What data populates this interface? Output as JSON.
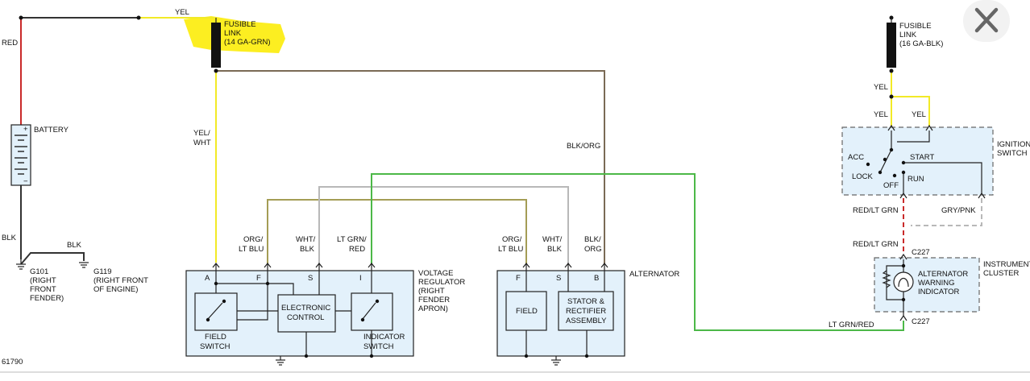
{
  "colors": {
    "yel": "#f2ea27",
    "red": "#c92a2a",
    "blk": "#333333",
    "brown": "#7a6a55",
    "green": "#4cb848",
    "olive": "#a49d55",
    "gray": "#b8b8b8",
    "highlight": "#fcee21",
    "box_fill": "#e3f1fb"
  },
  "wires": {
    "yel_top": "YEL",
    "red": "RED",
    "blk": "BLK",
    "blk2": "BLK",
    "yel_wht_1": "YEL/",
    "yel_wht_2": "WHT",
    "blk_org": "BLK/ORG",
    "yel_a": "YEL",
    "yel_b": "YEL",
    "yel_c": "YEL",
    "red_lt_grn_1": "RED/LT GRN",
    "red_lt_grn_2": "RED/LT GRN",
    "gry_pnk": "GRY/PNK",
    "lt_grn_red": "LT GRN/RED",
    "vr_a_1": "ORG/",
    "vr_a_2": "LT BLU",
    "vr_b_1": "WHT/",
    "vr_b_2": "BLK",
    "vr_c_1": "LT GRN/",
    "vr_c_2": "RED",
    "alt_a_1": "ORG/",
    "alt_a_2": "LT BLU",
    "alt_b_1": "WHT/",
    "alt_b_2": "BLK",
    "alt_c_1": "BLK/",
    "alt_c_2": "ORG"
  },
  "components": {
    "fusible_link_1": [
      "FUSIBLE",
      "LINK",
      "(14 GA-GRN)"
    ],
    "fusible_link_2": [
      "FUSIBLE",
      "LINK",
      "(16 GA-BLK)"
    ],
    "battery": "BATTERY",
    "g101": [
      "G101",
      "(RIGHT",
      "FRONT",
      "FENDER)"
    ],
    "g119": [
      "G119",
      "(RIGHT FRONT",
      "OF ENGINE)"
    ],
    "voltage_regulator": [
      "VOLTAGE",
      "REGULATOR",
      "(RIGHT",
      "FENDER",
      "APRON)"
    ],
    "alternator": "ALTERNATOR",
    "field_switch": [
      "FIELD",
      "SWITCH"
    ],
    "electronic_control": [
      "ELECTRONIC",
      "CONTROL"
    ],
    "indicator_switch": [
      "INDICATOR",
      "SWITCH"
    ],
    "field": "FIELD",
    "stator": [
      "STATOR &",
      "RECTIFIER",
      "ASSEMBLY"
    ],
    "ignition_switch": [
      "IGNITION",
      "SWITCH"
    ],
    "instrument_cluster": [
      "INSTRUMENT",
      "CLUSTER"
    ],
    "warning_indicator": [
      "ALTERNATOR",
      "WARNING",
      "INDICATOR"
    ]
  },
  "terminals": {
    "vr": [
      "A",
      "F",
      "S",
      "I"
    ],
    "alt": [
      "F",
      "S",
      "B"
    ]
  },
  "ignition_positions": {
    "acc": "ACC",
    "lock": "LOCK",
    "off": "OFF",
    "start": "START",
    "run": "RUN"
  },
  "connectors": {
    "c227_top": "C227",
    "c227_bottom": "C227"
  },
  "figure_id": "61790"
}
